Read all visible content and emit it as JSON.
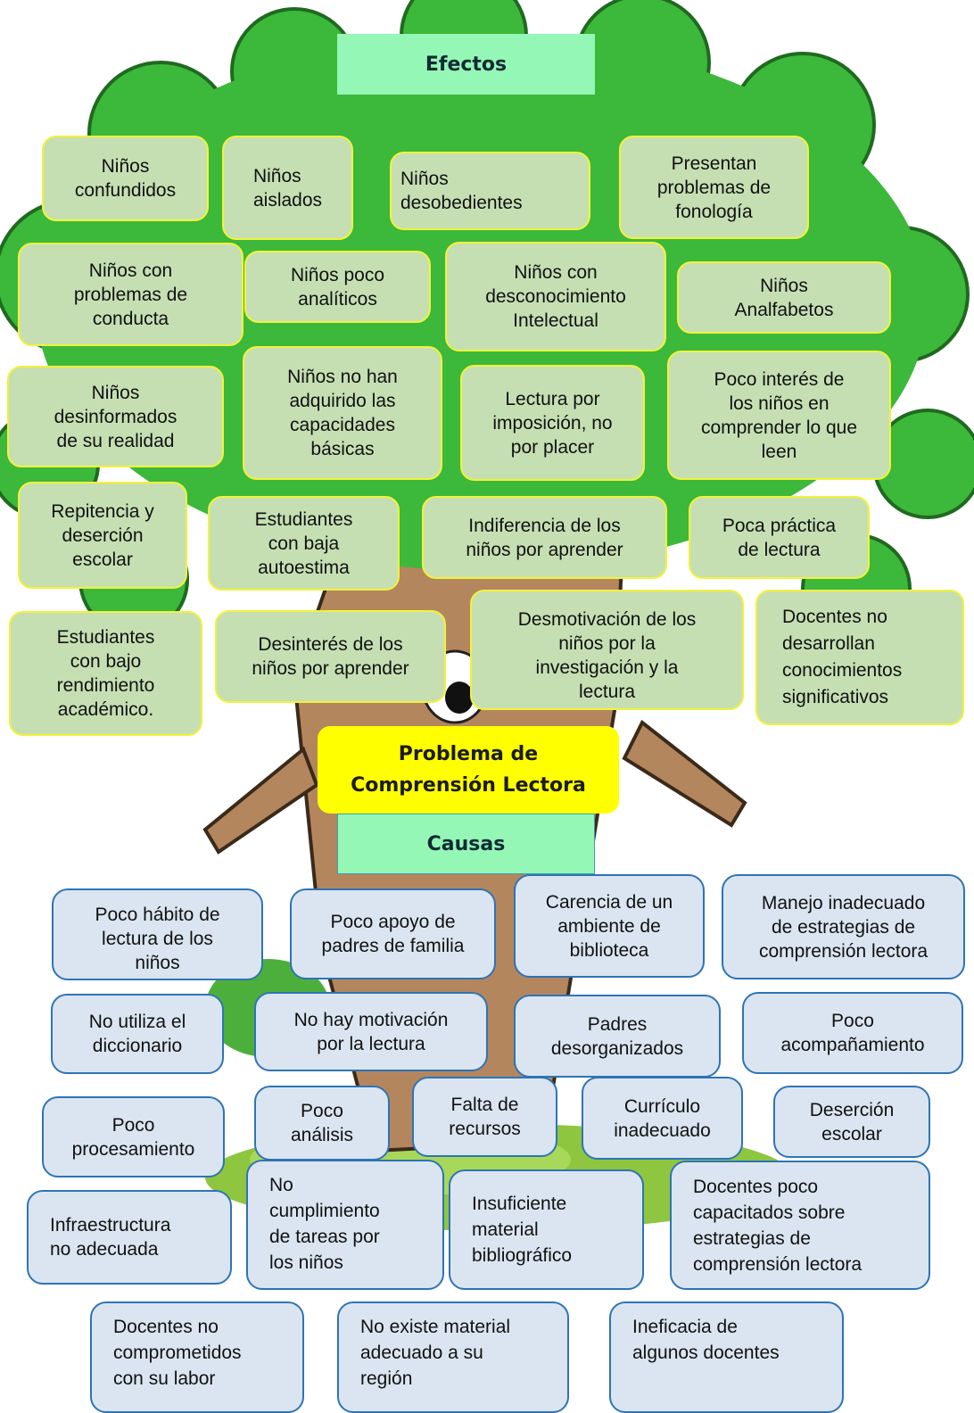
{
  "headers": {
    "effects": "Efectos",
    "problem": "Problema de\nComprensión Lectora",
    "causes": "Causas"
  },
  "effects": [
    "Niños\nconfundidos",
    "Niños\naislados",
    "Niños\ndesobedientes",
    "Presentan\nproblemas de\nfonología",
    "Niños con\nproblemas de\nconducta",
    "Niños poco\nanalíticos",
    "Niños con\ndesconocimiento\nIntelectual",
    "Niños\nAnalfabetos",
    "Niños\ndesinformados\nde su realidad",
    "Niños no han\nadquirido las\ncapacidades\nbásicas",
    "Lectura por\nimposición, no\npor placer",
    "Poco interés de\nlos niños en\ncomprender lo que\nleen",
    "Repitencia y\ndeserción\nescolar",
    "Estudiantes\ncon baja\nautoestima",
    "Indiferencia de los\nniños por aprender",
    "Poca práctica\nde lectura",
    "Estudiantes\ncon bajo\nrendimiento\nacadémico.",
    "Desinterés de los\nniños por aprender",
    "Desmotivación de los\nniños por la\ninvestigación y la\nlectura",
    "Docentes no\ndesarrollan\nconocimientos\nsignificativos"
  ],
  "causes": [
    "Poco hábito de\nlectura de los\nniños",
    "Poco apoyo de\npadres de familia",
    "Carencia de un\nambiente de\nbiblioteca",
    "Manejo inadecuado\nde estrategias de\ncomprensión lectora",
    "No utiliza el\ndiccionario",
    "No hay motivación\npor la lectura",
    "Padres\ndesorganizados",
    "Poco\nacompañamiento",
    "Poco\nprocesamiento",
    "Poco\nanálisis",
    "Falta de\nrecursos",
    "Currículo\ninadecuado",
    "Deserción\nescolar",
    "Infraestructura\nno adecuada",
    "No\ncumplimiento\nde tareas por\nlos niños",
    "Insuficiente\nmaterial\nbibliográfico",
    "Docentes poco\ncapacitados sobre\nestrategias de\ncomprensión lectora",
    "Docentes no\ncomprometidos\ncon su labor",
    "No existe material\nadecuado a su\nregión",
    "Ineficacia de\nalgunos docentes"
  ],
  "colors": {
    "foliage": "#3cb83a",
    "foliage_dark": "#227a25",
    "trunk": "#b4865e",
    "grass": "#8ec63f",
    "effect_fill": "#c5dfb3",
    "effect_border": "#f2f23a",
    "cause_fill": "#dbe5f1",
    "cause_border": "#2e74b5",
    "header_fill": "#94f7b6",
    "problem_fill": "#ffff00"
  }
}
